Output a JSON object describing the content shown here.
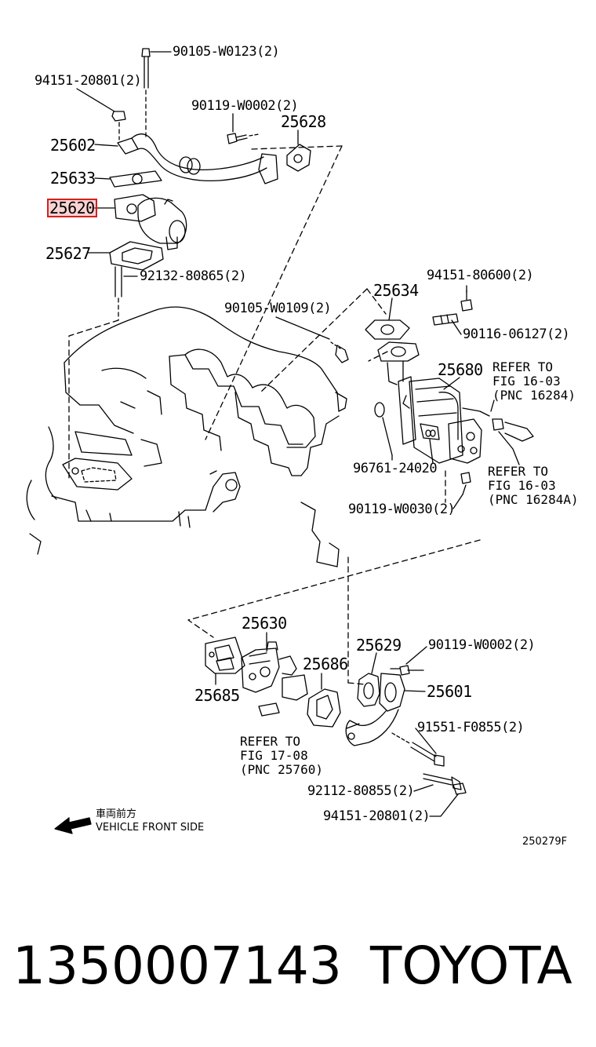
{
  "parts": {
    "p90105_w0123": "90105-W0123(2)",
    "p94151_20801_top": "94151-20801(2)",
    "p90119_w0002_top": "90119-W0002(2)",
    "p25628": "25628",
    "p25602": "25602",
    "p25633": "25633",
    "p25620": "25620",
    "p25627": "25627",
    "p92132_80865": "92132-80865(2)",
    "p94151_80600": "94151-80600(2)",
    "p25634": "25634",
    "p90105_w0109": "90105-W0109(2)",
    "p90116_06127": "90116-06127(2)",
    "p25680": "25680",
    "p96761_24020": "96761-24020",
    "p90119_w0030": "90119-W0030(2)",
    "p25630": "25630",
    "p25629": "25629",
    "p90119_w0002_bottom": "90119-W0002(2)",
    "p25686": "25686",
    "p25601": "25601",
    "p25685": "25685",
    "p91551_f0855": "91551-F0855(2)",
    "p92112_80855": "92112-80855(2)",
    "p94151_20801_bottom": "94151-20801(2)"
  },
  "refer_notes": {
    "ref1": [
      "REFER TO",
      "FIG 16-03",
      "(PNC 16284)"
    ],
    "ref2": [
      "REFER TO",
      "FIG 16-03",
      "(PNC 16284A)"
    ],
    "ref3": [
      "REFER TO",
      "FIG 17-08",
      "(PNC 25760)"
    ]
  },
  "direction": {
    "jp": "車両前方",
    "en": "VEHICLE FRONT SIDE"
  },
  "figure_code": "250279F",
  "footer": {
    "part_number": "1350007143",
    "brand": "TOYOTA"
  },
  "highlight_color": "#d42020"
}
